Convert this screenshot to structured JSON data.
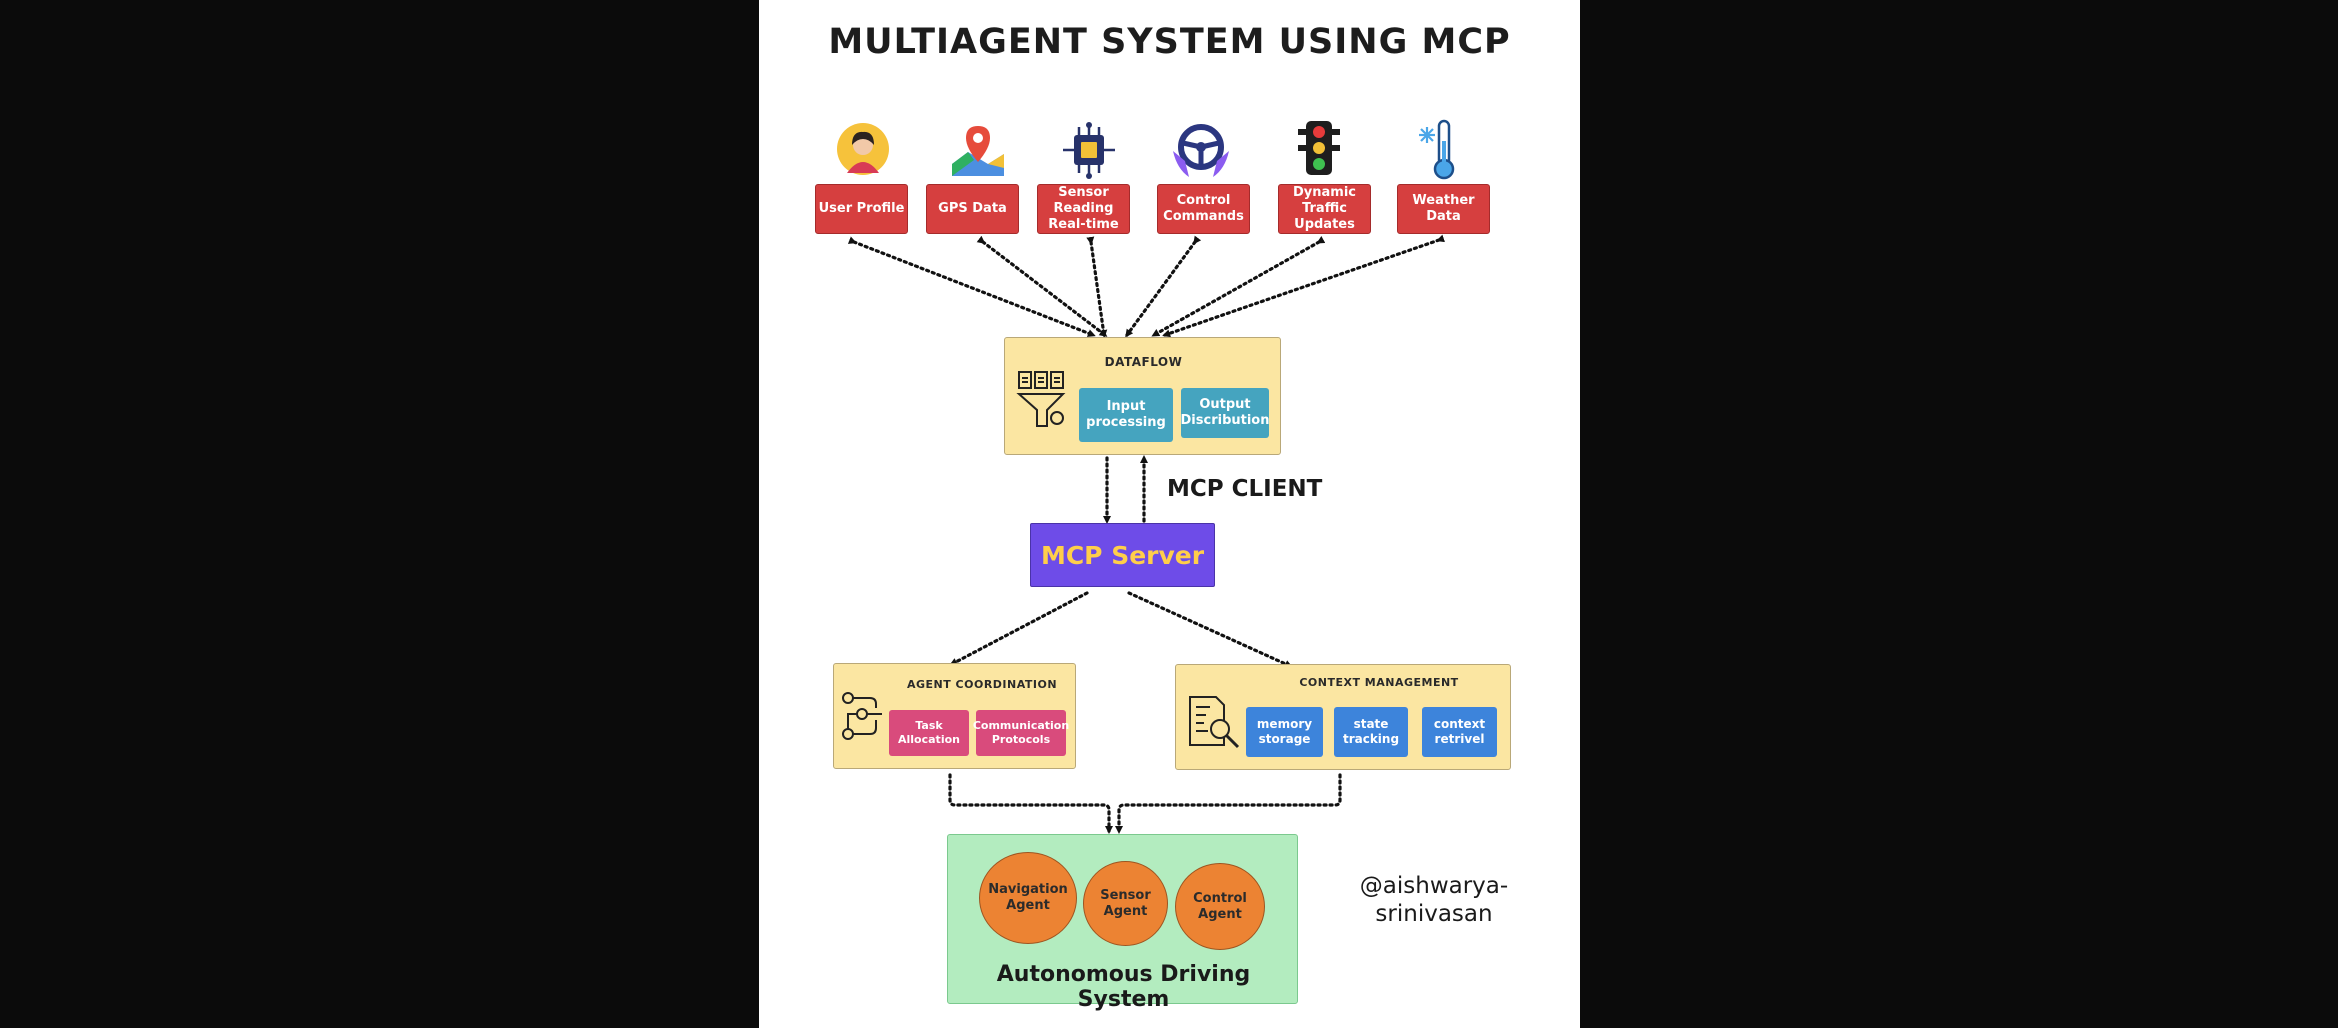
{
  "title": "MULTIAGENT SYSTEM USING MCP",
  "sources": [
    {
      "label": "User Profile",
      "icon": "user-icon"
    },
    {
      "label": "GPS Data",
      "icon": "map-pin-icon"
    },
    {
      "label": "Sensor Reading Real-time",
      "icon": "chip-icon"
    },
    {
      "label": "Control Commands",
      "icon": "steering-wheel-icon"
    },
    {
      "label": "Dynamic Traffic Updates",
      "icon": "traffic-light-icon"
    },
    {
      "label": "Weather Data",
      "icon": "thermometer-icon"
    }
  ],
  "dataflow": {
    "heading": "DATAFLOW",
    "input": "Input processing",
    "output": "Output Discribution",
    "icon": "funnel-icon"
  },
  "mcp_client_label": "MCP CLIENT",
  "mcp_server_label": "MCP Server",
  "agent_coordination": {
    "heading": "AGENT COORDINATION",
    "task": "Task Allocation",
    "protocols": "Communication Protocols",
    "icon": "workflow-icon"
  },
  "context_management": {
    "heading": "CONTEXT MANAGEMENT",
    "items": [
      "memory storage",
      "state tracking",
      "context retrivel"
    ],
    "icon": "document-search-icon"
  },
  "agents": [
    "Navigation Agent",
    "Sensor Agent",
    "Control Agent"
  ],
  "system_label": "Autonomous Driving System",
  "credit": [
    "@aishwarya-",
    "srinivasan"
  ],
  "colors": {
    "source_box": "#d63f3f",
    "yellow_panel": "#fbe6a2",
    "teal": "#45a4bf",
    "pink": "#d94b7c",
    "blue": "#3d84db",
    "server": "#6e4ce8",
    "server_text": "#ffce4a",
    "green_panel": "#b3ecbf",
    "agent_circle": "#ec8333"
  }
}
